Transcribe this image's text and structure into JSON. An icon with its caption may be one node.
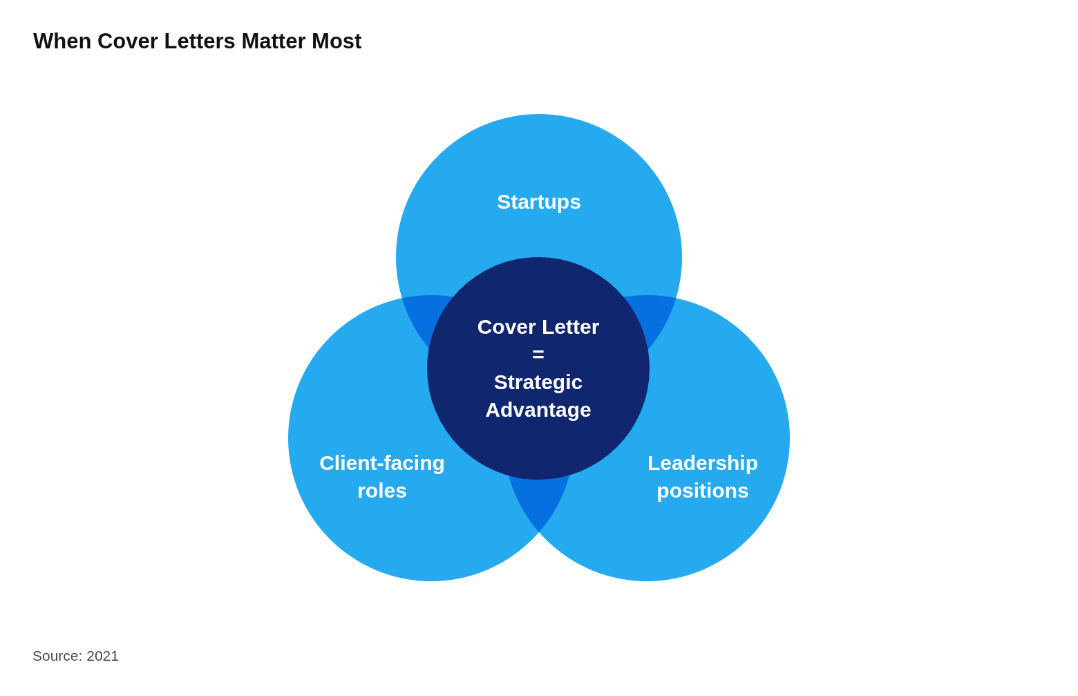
{
  "diagram": {
    "title": "When Cover Letters Matter Most",
    "nodes": [
      {
        "text": [
          "Startups"
        ]
      },
      {
        "text": [
          "Cover Letter",
          "=",
          "Strategic Advantage"
        ]
      },
      {
        "text": [
          "Client-facing roles"
        ]
      },
      {
        "text": [
          "Leadership positions"
        ]
      }
    ],
    "labels": [
      "Source: 2021"
    ]
  }
}
